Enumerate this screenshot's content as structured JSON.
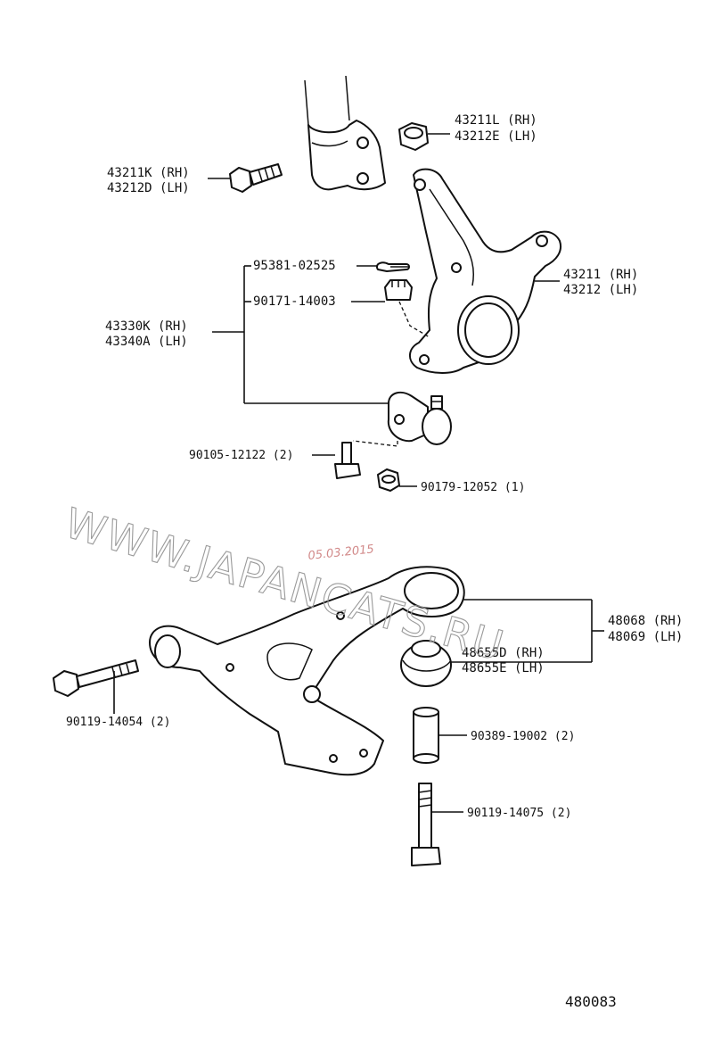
{
  "labels": {
    "bolt_43211k": {
      "line1": "43211K (RH)",
      "line2": "43212D (LH)"
    },
    "nut_43211l": {
      "line1": "43211L (RH)",
      "line2": "43212E (LH)"
    },
    "pin_95381": "95381-02525",
    "nut_90171": "90171-14003",
    "balljoint_43330k": {
      "line1": "43330K (RH)",
      "line2": "43340A (LH)"
    },
    "knuckle_43211": {
      "line1": "43211 (RH)",
      "line2": "43212 (LH)"
    },
    "bolt_90105": "90105-12122 (2)",
    "nut_90179": "90179-12052 (1)",
    "arm_48068": {
      "line1": "48068 (RH)",
      "line2": "48069 (LH)"
    },
    "bushing_48655d": {
      "line1": "48655D (RH)",
      "line2": "48655E (LH)"
    },
    "bolt_90119_14054": "90119-14054 (2)",
    "collar_90389": "90389-19002 (2)",
    "bolt_90119_14075": "90119-14075 (2)"
  },
  "watermark": {
    "text": "WWW.JAPANCATS.RU",
    "date": "05.03.2015"
  },
  "diagram_id": "480083"
}
